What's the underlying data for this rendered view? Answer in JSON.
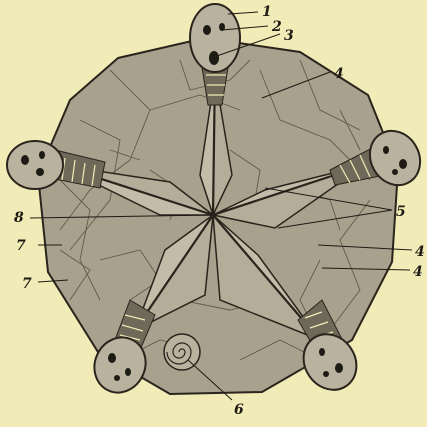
{
  "figure": {
    "background_color": "#f1ebb7",
    "body_color": "#a7a18d",
    "center_color": "#b8b29f",
    "ink_color": "#2a241d",
    "ring_color": "#6f695a",
    "callouts": [
      {
        "id": "c1",
        "text": "1"
      },
      {
        "id": "c2",
        "text": "2"
      },
      {
        "id": "c3",
        "text": "3"
      },
      {
        "id": "c4a",
        "text": "4"
      },
      {
        "id": "c5",
        "text": "5"
      },
      {
        "id": "c4b",
        "text": "4"
      },
      {
        "id": "c4c",
        "text": "4"
      },
      {
        "id": "c8",
        "text": "8"
      },
      {
        "id": "c7a",
        "text": "7"
      },
      {
        "id": "c7b",
        "text": "7"
      },
      {
        "id": "c6",
        "text": "6"
      }
    ]
  }
}
